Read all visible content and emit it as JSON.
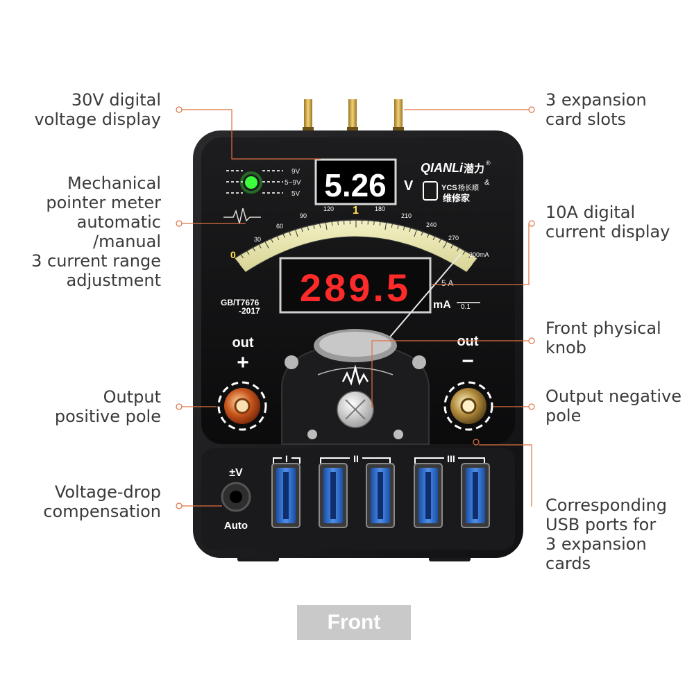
{
  "callouts": {
    "voltage_display": [
      "30V digital",
      "voltage display"
    ],
    "pointer_meter": [
      "Mechanical",
      "pointer meter",
      "automatic",
      "/manual",
      "3 current range",
      "adjustment"
    ],
    "positive_pole": [
      "Output",
      "positive pole"
    ],
    "voltage_drop": [
      "Voltage-drop",
      "compensation"
    ],
    "expansion_slots": [
      "3 expansion",
      "card slots"
    ],
    "current_display": [
      "10A digital",
      "current display"
    ],
    "knob": [
      "Front physical",
      "knob"
    ],
    "negative_pole": [
      "Output negative",
      "pole"
    ],
    "usb_ports": [
      "Corresponding",
      "USB ports for",
      "3 expansion",
      "cards"
    ]
  },
  "device": {
    "brand": "QIANLi",
    "brand_cn": "潜力",
    "registered": "®",
    "ampersand": "&",
    "partner_latin": "YCS",
    "partner_cn_1": "杨长顺",
    "partner_cn_2": "维修家",
    "voltage_value": "5.26",
    "voltage_unit": "V",
    "current_value": "289.5",
    "current_unit": "mA",
    "current_resolution": "0.1",
    "range_9v": "9V",
    "range_5_9v": "5~9V",
    "range_5v": "5V",
    "standard_1": "GB/T7676",
    "standard_2": "-2017",
    "out_positive": "out",
    "out_negative": "out",
    "plus": "+",
    "minus": "−",
    "auto_label": "Auto",
    "compensation_symbol": "±V",
    "usb_groups": [
      "I",
      "II",
      "III"
    ],
    "scale_outer": [
      "0",
      "30",
      "60",
      "90",
      "120",
      "1",
      "180",
      "210",
      "240",
      "270",
      "300mA"
    ],
    "scale_range_5a": "5 A",
    "indicator_color": "#3cff3c",
    "display_color": "#ff2a2a",
    "accent_color": "#e07040"
  },
  "footer": {
    "view_label": "Front"
  }
}
